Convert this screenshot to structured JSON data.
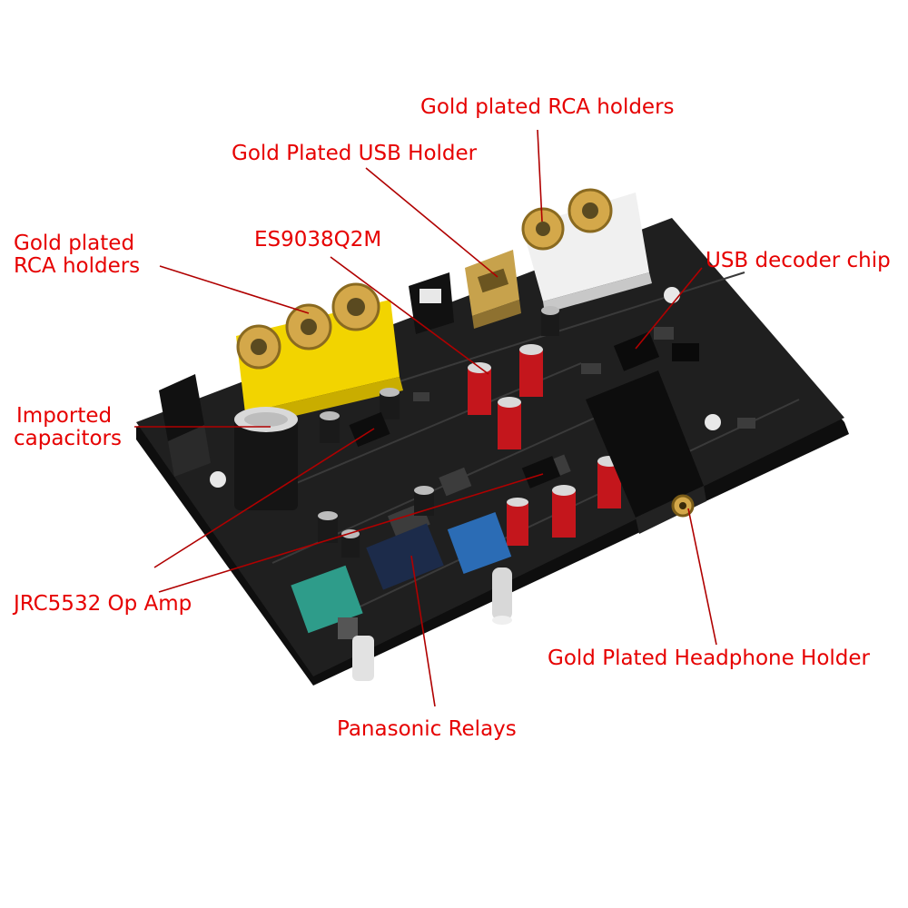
{
  "labels": {
    "rca_top": "Gold plated RCA holders",
    "usb_holder": "Gold Plated USB Holder",
    "rca_left_line1": "Gold plated",
    "rca_left_line2": "RCA holders",
    "dac_chip": "ES9038Q2M",
    "usb_decoder": "USB decoder chip",
    "capacitors_line1": "Imported",
    "capacitors_line2": "capacitors",
    "op_amp": "JRC5532 Op Amp",
    "headphone_holder": "Gold Plated Headphone Holder",
    "relays": "Panasonic Relays"
  },
  "colors": {
    "label_text": "#e60000",
    "leader_line": "#b00000",
    "board": "#1c1c1c",
    "rca_yellow": "#f2d400",
    "rca_white": "#f0f0f0",
    "rca_gold": "#d4a84a",
    "capacitor_red": "#c4161c",
    "knob_teal": "#2e9c8a",
    "knob_blue": "#2b6cb5"
  }
}
